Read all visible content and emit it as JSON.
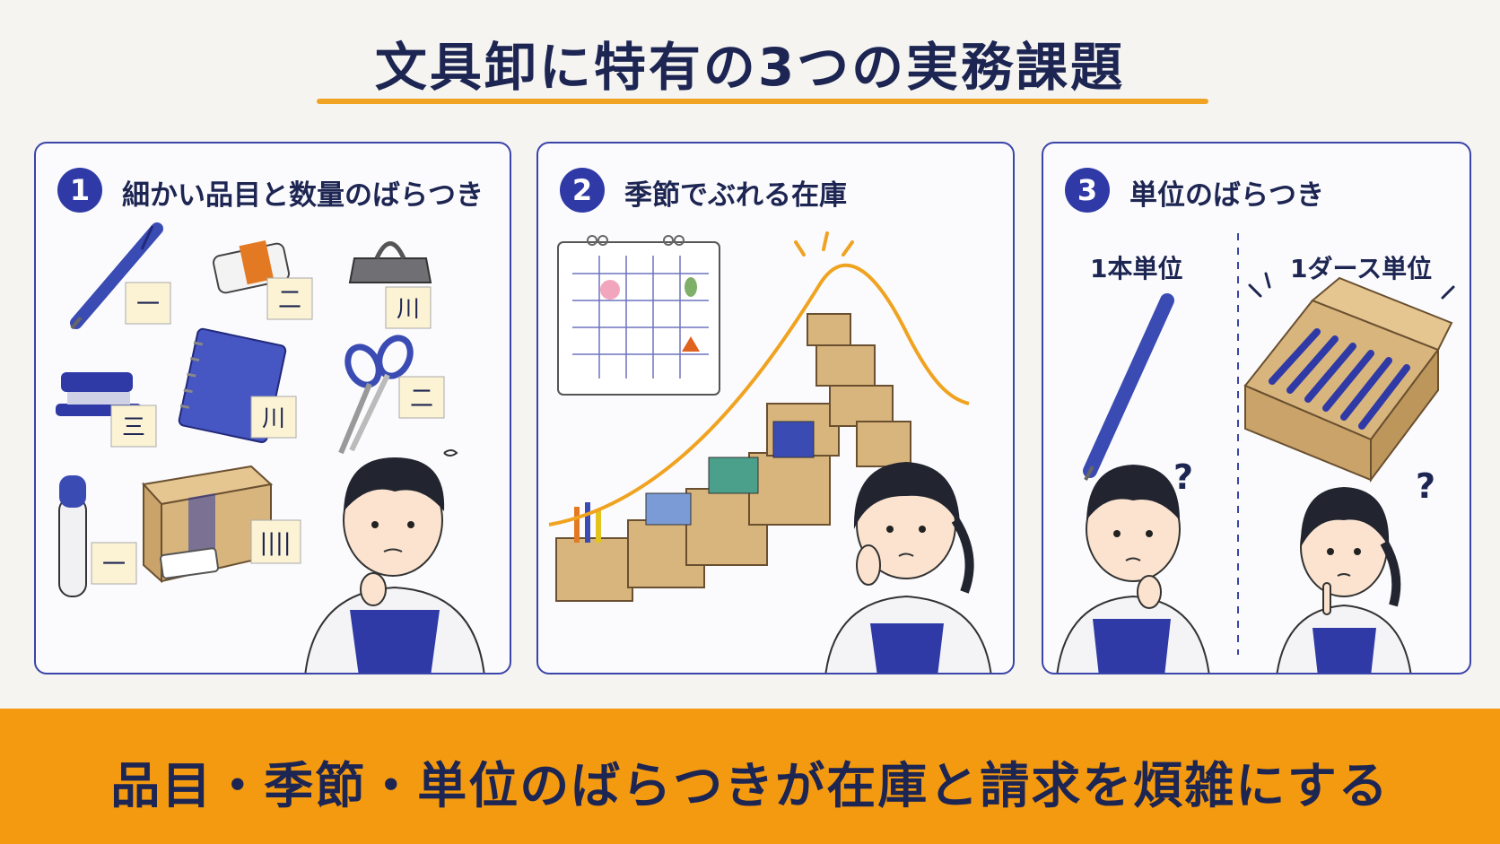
{
  "title": "文具卸に特有の3つの実務課題",
  "panels": [
    {
      "number": "1",
      "title": "細かい品目と数量のばらつき"
    },
    {
      "number": "2",
      "title": "季節でぶれる在庫"
    },
    {
      "number": "3",
      "title": "単位のばらつき",
      "left_label": "1本単位",
      "right_label": "1ダース単位"
    }
  ],
  "tally_notes": [
    "一",
    "二",
    "川",
    "三",
    "川",
    "二",
    "一",
    "||||"
  ],
  "question_marks": [
    "?",
    "?"
  ],
  "banner": "品目・季節・単位のばらつきが在庫と請求を煩雑にする",
  "colors": {
    "navy": "#1d2552",
    "panel_border": "#3a45a8",
    "accent_orange": "#f49a10",
    "cardboard": "#d4b07a",
    "blue_item": "#3a4bb3"
  }
}
